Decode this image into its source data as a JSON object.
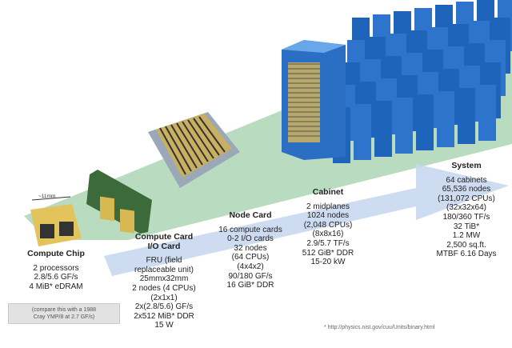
{
  "colors": {
    "wedge": "#b9dcc0",
    "arrow": "#c8d8f0",
    "cabinet": "#2a6fc4",
    "board": "#5a9a50",
    "chip": "#e0c060"
  },
  "chip": {
    "dimension": "~11mm",
    "title": "Compute Chip",
    "lines": [
      "2 processors",
      "2.8/5.6 GF/s",
      "4 MiB* eDRAM"
    ],
    "compare": [
      "(compare this with a 1988",
      "Cray YMP/8 at 2.7 GF/s)"
    ]
  },
  "card": {
    "title1": "Compute Card",
    "title2": "I/O Card",
    "lines": [
      "FRU (field",
      "replaceable unit)",
      "25mmx32mm",
      "2 nodes (4 CPUs)",
      "(2x1x1)",
      "2x(2.8/5.6) GF/s",
      "2x512 MiB* DDR",
      "15 W"
    ]
  },
  "node": {
    "title": "Node Card",
    "lines": [
      "16 compute cards",
      "0-2 I/O cards",
      "32 nodes",
      "(64 CPUs)",
      "(4x4x2)",
      "90/180 GF/s",
      "16 GiB* DDR"
    ]
  },
  "cabinet": {
    "title": "Cabinet",
    "lines": [
      "2 midplanes",
      "1024 nodes",
      "(2,048 CPUs)",
      "(8x8x16)",
      "2.9/5.7 TF/s",
      "512 GiB* DDR",
      "15-20 kW"
    ]
  },
  "system": {
    "title": "System",
    "lines": [
      "64 cabinets",
      "65,536 nodes",
      "(131,072 CPUs)",
      "(32x32x64)",
      "180/360 TF/s",
      "32 TiB*",
      "1.2 MW",
      "2,500 sq.ft.",
      "MTBF 6.16 Days"
    ]
  },
  "footnote": "* http://physics.nist.gov/cuu/Units/binary.html"
}
